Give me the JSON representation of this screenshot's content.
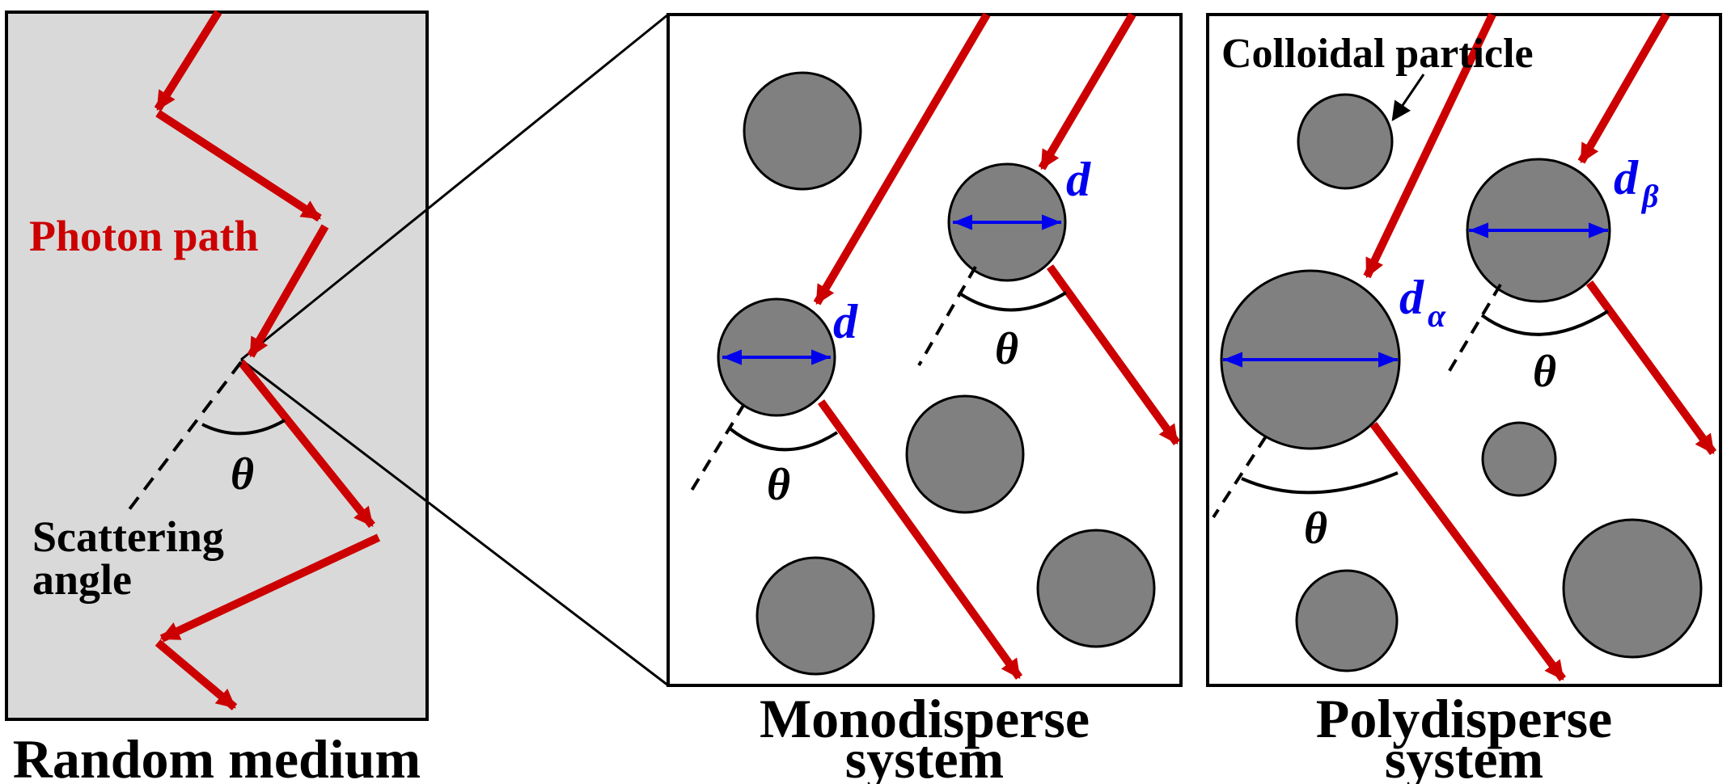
{
  "colors": {
    "photon": "#cc0000",
    "diameter": "#0000ee",
    "particle_fill": "#808080",
    "medium_fill": "#d9d9d9",
    "outline": "#000000"
  },
  "random_medium": {
    "photon_label": "Photon path",
    "scatter_label_line1": "Scattering",
    "scatter_label_line2": "angle",
    "theta": "θ",
    "caption": "Random medium"
  },
  "monodisperse": {
    "diameter_symbol": "d",
    "theta": "θ",
    "caption_line1": "Monodisperse",
    "caption_line2": "system"
  },
  "polydisperse": {
    "particle_label": "Colloidal particle",
    "diameter_symbol": "d",
    "sub_alpha": "α",
    "sub_beta": "β",
    "theta": "θ",
    "caption_line1": "Polydisperse",
    "caption_line2": "system"
  }
}
